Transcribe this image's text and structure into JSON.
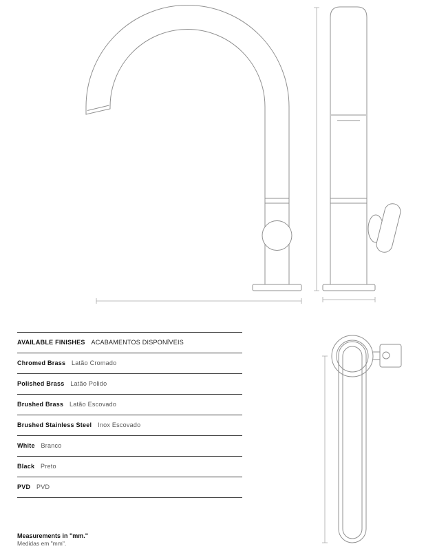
{
  "document": {
    "type": "faucet-technical-spec-sheet"
  },
  "finishes": {
    "title_en": "AVAILABLE FINISHES",
    "title_pt": "ACABAMENTOS DISPONÍVEIS",
    "rows": [
      {
        "en": "Chromed Brass",
        "pt": "Latão Cromado"
      },
      {
        "en": "Polished Brass",
        "pt": "Latão Polido"
      },
      {
        "en": "Brushed Brass",
        "pt": "Latão Escovado"
      },
      {
        "en": "Brushed Stainless Steel",
        "pt": "Inox Escovado"
      },
      {
        "en": "White",
        "pt": "Branco"
      },
      {
        "en": "Black",
        "pt": "Preto"
      },
      {
        "en": "PVD",
        "pt": "PVD"
      }
    ]
  },
  "footer": {
    "line1": "Measurements in \"mm.\"",
    "line2": "Medidas em \"mm\"."
  },
  "views": {
    "front_label": "faucet front view",
    "side_label": "faucet side view",
    "top_label": "faucet top view"
  },
  "colors": {
    "line_art": "#909090",
    "table_rule": "#3c3c3c",
    "text_primary": "#111111",
    "text_muted": "#555555"
  }
}
